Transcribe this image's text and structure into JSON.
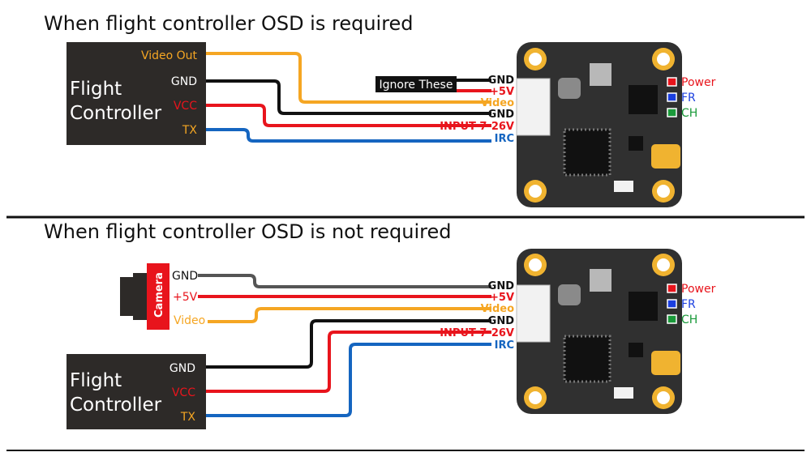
{
  "section1": {
    "title": "When flight controller OSD is required",
    "fc_label_line1": "Flight",
    "fc_label_line2": "Controller",
    "fc_pins": [
      "Video Out",
      "GND",
      "VCC",
      "TX"
    ],
    "ignore_tag": "Ignore These",
    "vtx_pins": [
      "GND",
      "+5V",
      "Video",
      "GND",
      "INPUT 7-26V",
      "IRC"
    ],
    "leds": [
      "Power",
      "FR",
      "CH"
    ]
  },
  "section2": {
    "title": "When flight controller OSD is not required",
    "camera_label": "Camera",
    "camera_pins": [
      "GND",
      "+5V",
      "Video"
    ],
    "fc_label_line1": "Flight",
    "fc_label_line2": "Controller",
    "fc_pins": [
      "GND",
      "VCC",
      "TX"
    ],
    "vtx_pins": [
      "GND",
      "+5V",
      "Video",
      "GND",
      "INPUT 7-26V",
      "IRC"
    ],
    "leds": [
      "Power",
      "FR",
      "CH"
    ]
  },
  "colors": {
    "gnd": "#111111",
    "gnd_camera": "#555555",
    "power": "#e8141c",
    "video": "#f5a623",
    "signal": "#1565c0",
    "board": "#303030",
    "pad": "#f0b330",
    "led_power": "#e8141c",
    "led_fr": "#1a3fe0",
    "led_ch": "#1a9a3a"
  }
}
